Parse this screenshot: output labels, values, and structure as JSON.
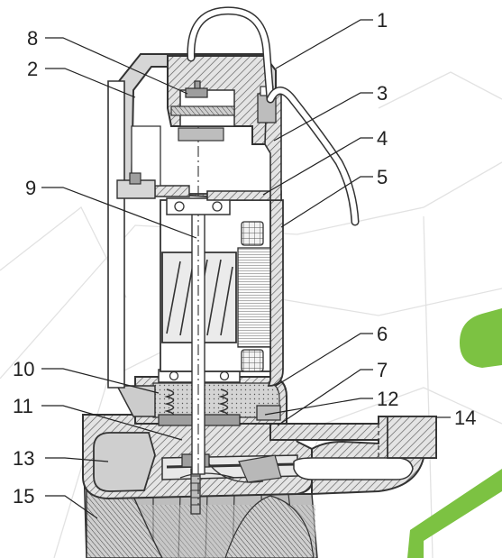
{
  "diagram": {
    "callouts": [
      {
        "id": "c1",
        "label": "1"
      },
      {
        "id": "c2",
        "label": "2"
      },
      {
        "id": "c3",
        "label": "3"
      },
      {
        "id": "c4",
        "label": "4"
      },
      {
        "id": "c5",
        "label": "5"
      },
      {
        "id": "c6",
        "label": "6"
      },
      {
        "id": "c7",
        "label": "7"
      },
      {
        "id": "c8",
        "label": "8"
      },
      {
        "id": "c9",
        "label": "9"
      },
      {
        "id": "c10",
        "label": "10"
      },
      {
        "id": "c11",
        "label": "11"
      },
      {
        "id": "c12",
        "label": "12"
      },
      {
        "id": "c13",
        "label": "13"
      },
      {
        "id": "c14",
        "label": "14"
      },
      {
        "id": "c15",
        "label": "15"
      }
    ]
  },
  "colors": {
    "ink": "#333333",
    "hatch": "#5a5a5a",
    "shade": "#d6d6d6",
    "light": "#ebebeb",
    "accent_green": "#7cc242",
    "bg_lines": "#dedede"
  }
}
